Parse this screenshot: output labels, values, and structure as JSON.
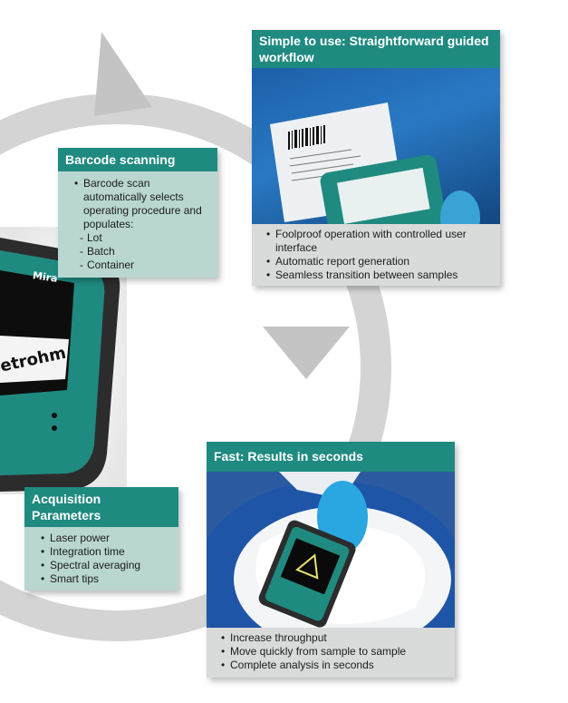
{
  "barcode": {
    "title": "Barcode scanning",
    "bullet": "Barcode scan automatically selects operating procedure and populates:",
    "sub_items": [
      "Lot",
      "Batch",
      "Container"
    ]
  },
  "simple": {
    "title": "Simple to use: Straightforward guided workflow",
    "items": [
      "Foolproof operation with controlled user interface",
      "Automatic report generation",
      "Seamless transition between samples"
    ]
  },
  "device": {
    "brand_label": "Mira",
    "logo_text": "Metrohm"
  },
  "acquisition": {
    "title": "Acquisition Parameters",
    "items": [
      "Laser power",
      "Integration time",
      "Spectral averaging",
      "Smart tips"
    ]
  },
  "fast": {
    "title": "Fast: Results in seconds",
    "items": [
      "Increase throughput",
      "Move quickly from sample to sample",
      "Complete analysis in seconds"
    ]
  },
  "colors": {
    "teal_header": "#1f8a80",
    "light_teal_body": "#b9d6d1",
    "grey_body": "#d9dada",
    "arrow_grey": "#cfcfcf"
  }
}
